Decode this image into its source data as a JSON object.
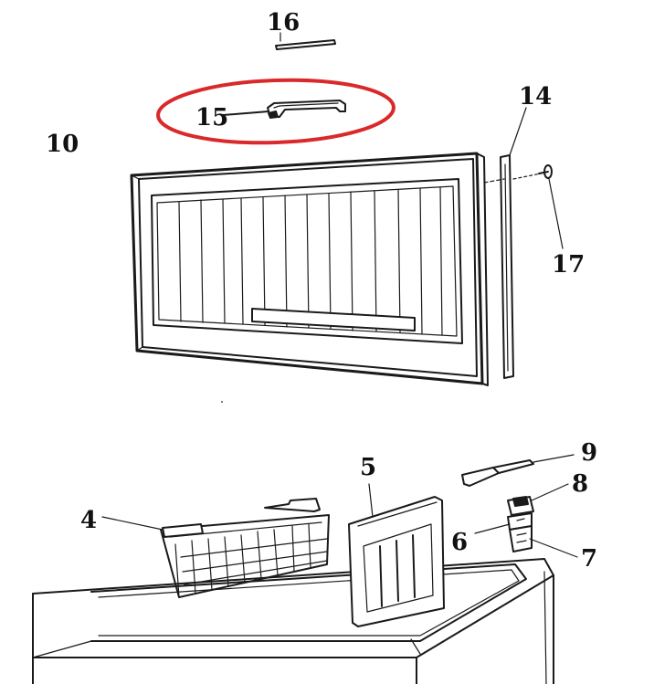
{
  "diagram": {
    "callouts": {
      "p4": "4",
      "p5": "5",
      "p6": "6",
      "p7": "7",
      "p8": "8",
      "p9": "9",
      "p10": "10",
      "p14": "14",
      "p15": "15",
      "p16": "16",
      "p17": "17"
    },
    "highlight": {
      "target": "15",
      "color": "#d9292b"
    }
  }
}
